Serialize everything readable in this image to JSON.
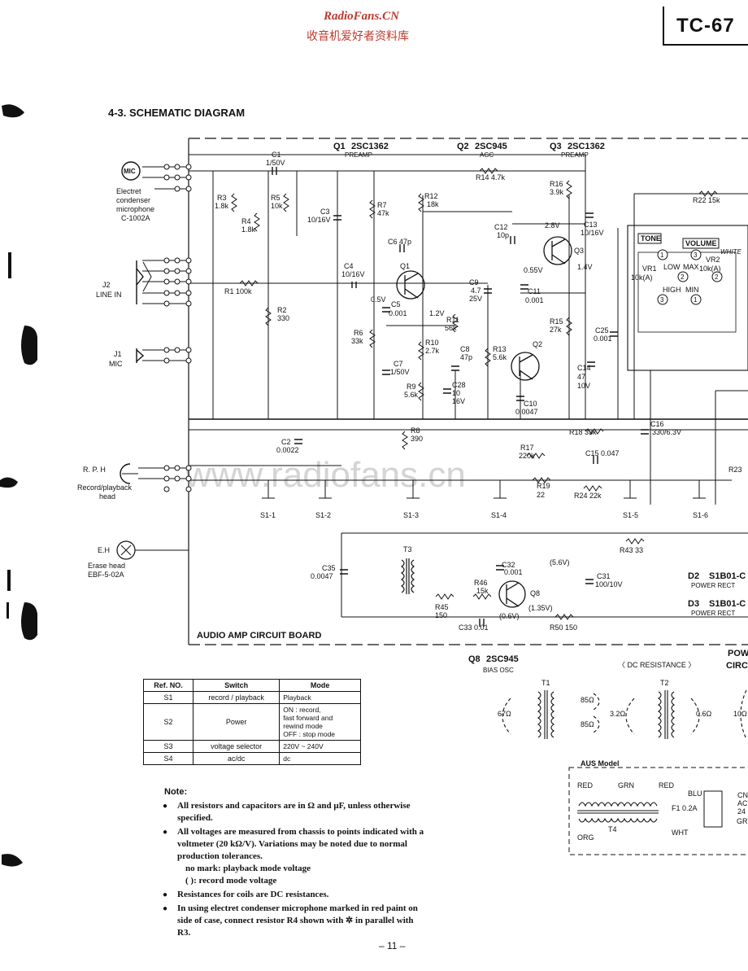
{
  "watermark": {
    "site": "RadioFans.CN",
    "cn": "收音机爱好者资料库",
    "faint": "www.radiofans.cn"
  },
  "model": "TC-67",
  "section_title": "4-3.  SCHEMATIC DIAGRAM",
  "board_title": "AUDIO AMP CIRCUIT BOARD",
  "transistors": [
    {
      "ref": "Q1",
      "part": "2SC1362",
      "role": "PREAMP"
    },
    {
      "ref": "Q2",
      "part": "2SC945",
      "role": "AGC"
    },
    {
      "ref": "Q3",
      "part": "2SC1362",
      "role": "PREAMP"
    },
    {
      "ref": "Q8",
      "part": "2SC945",
      "role": "BIAS OSC"
    }
  ],
  "jacks": {
    "mic_symbol": "MIC",
    "mic_desc": [
      "Electret",
      "condenser",
      "microphone",
      "C-1002A"
    ],
    "j2": [
      "J2",
      "LINE IN"
    ],
    "j1": [
      "J1",
      "MIC"
    ],
    "rph": [
      "R. P. H",
      "Record/playback",
      "head"
    ],
    "eh": [
      "E.H",
      "Erase head",
      "EBF-5-02A"
    ]
  },
  "components": {
    "c1": [
      "C1",
      "1/50V"
    ],
    "r3": [
      "R3",
      "1.8k"
    ],
    "r5": [
      "R5",
      "10k"
    ],
    "r4": [
      "R4",
      "1.8k"
    ],
    "c3": [
      "C3",
      "10/16V"
    ],
    "r7": [
      "R7",
      "47k"
    ],
    "r12": [
      "R12",
      "18k"
    ],
    "r14": "R14  4.7k",
    "r16": [
      "R16",
      "3.9k"
    ],
    "r22": "R22  15k",
    "c6": "C6  47p",
    "c12": [
      "C12",
      "10p"
    ],
    "c13": [
      "C13",
      "10/16V"
    ],
    "c4": [
      "C4",
      "10/16V"
    ],
    "r1": "R1  100k",
    "r2": [
      "R2",
      "330"
    ],
    "c5": [
      "C5",
      "0.001"
    ],
    "c9": [
      "C9",
      "4.7",
      "25V"
    ],
    "c11": [
      "C11",
      "0.001"
    ],
    "r11": [
      "R11",
      "56k"
    ],
    "r13": [
      "R13",
      "5.6k"
    ],
    "r10": [
      "R10",
      "2.7k"
    ],
    "c8": [
      "C8",
      "47p"
    ],
    "r6": [
      "R6",
      "33k"
    ],
    "c7": [
      "C7",
      "1/50V"
    ],
    "r9": [
      "R9",
      "5.6k"
    ],
    "c28": [
      "C28",
      "10",
      "16V"
    ],
    "c10": [
      "C10",
      "0.0047"
    ],
    "r15": [
      "R15",
      "27k"
    ],
    "c25": [
      "C25",
      "0.001"
    ],
    "c14": [
      "C14",
      "47",
      "10V"
    ],
    "r8": [
      "R8",
      "390"
    ],
    "c2": [
      "C2",
      "0.0022"
    ],
    "r18": "R18  33k",
    "c16": [
      "C16",
      "330/6.3V"
    ],
    "r17": [
      "R17",
      "220k"
    ],
    "c15": "C15  0.047",
    "r19": [
      "R19",
      "22"
    ],
    "r24": "R24  22k",
    "r23": "R23",
    "r43": "R43  33",
    "c35": [
      "C35",
      "0.0047"
    ],
    "t3": "T3",
    "c32": [
      "C32",
      "0.001"
    ],
    "r46": [
      "R46",
      "15k"
    ],
    "c31": [
      "C31",
      "100/10V"
    ],
    "r45": [
      "R45",
      "150"
    ],
    "c33": "C33  0.01",
    "r50": "R50  150"
  },
  "voltages": [
    "0.5V",
    "1.2V",
    "2.8V",
    "0.55V",
    "1.4V",
    "(5.6V)",
    "(1.35V)",
    "(0.6V)"
  ],
  "controls": {
    "tone": "TONE",
    "volume": "VOLUME",
    "white": "WHITE",
    "vr1": [
      "VR1",
      "10k(A)"
    ],
    "vr2": [
      "VR2",
      "10k(A)"
    ],
    "low": "LOW",
    "high": "HIGH",
    "max": "MAX",
    "min": "MIN"
  },
  "switches": [
    "S1-1",
    "S1-2",
    "S1-3",
    "S1-4",
    "S1-5",
    "S1-6"
  ],
  "diodes": [
    {
      "ref": "D2",
      "part": "S1B01-C",
      "role": "POWER RECT"
    },
    {
      "ref": "D3",
      "part": "S1B01-C",
      "role": "POWER RECT"
    }
  ],
  "power_circuit_label": [
    "POW",
    "CIRC"
  ],
  "dc_resistance": {
    "title": "〈 DC RESISTANCE 〉",
    "t1": {
      "name": "T1",
      "pri": "67Ω",
      "sec": [
        "85Ω",
        "85Ω"
      ]
    },
    "t2": {
      "name": "T2",
      "pri": "3.2Ω",
      "sec": "0.6Ω"
    },
    "t3": {
      "pri": "10Ω"
    }
  },
  "aus_model": {
    "title": "AUS Model",
    "wires": [
      "RED",
      "GRN",
      "RED",
      "BLU",
      "ORG",
      "WHT",
      "GRY"
    ],
    "fuse": "F1 0.2A",
    "transformer": "T4",
    "cn": [
      "CN",
      "AC",
      "24"
    ]
  },
  "switch_table": {
    "headers": [
      "Ref. NO.",
      "Switch",
      "Mode"
    ],
    "rows": [
      [
        "S1",
        "record / playback",
        "Playback"
      ],
      [
        "S2",
        "Power",
        "ON : record,\n   fast forward and\n   rewind mode\nOFF : stop mode"
      ],
      [
        "S3",
        "voltage selector",
        "220V ~ 240V"
      ],
      [
        "S4",
        "ac/dc",
        "dc"
      ]
    ]
  },
  "notes": {
    "title": "Note:",
    "items": [
      "All resistors and capacitors are in Ω and μF, unless otherwise specified.",
      "All voltages are measured from chassis to points indicated with a voltmeter (20 kΩ/V). Variations may be noted due to normal production tolerances.",
      "Resistances for coils are DC resistances.",
      "In using electret condenser microphone marked in red paint on side of case, connect resistor R4 shown with ✲ in parallel with R3."
    ],
    "sub_no_mark": "no mark: playback mode voltage",
    "sub_paren": "(         ): record mode voltage"
  },
  "page_number": "– 11 –"
}
